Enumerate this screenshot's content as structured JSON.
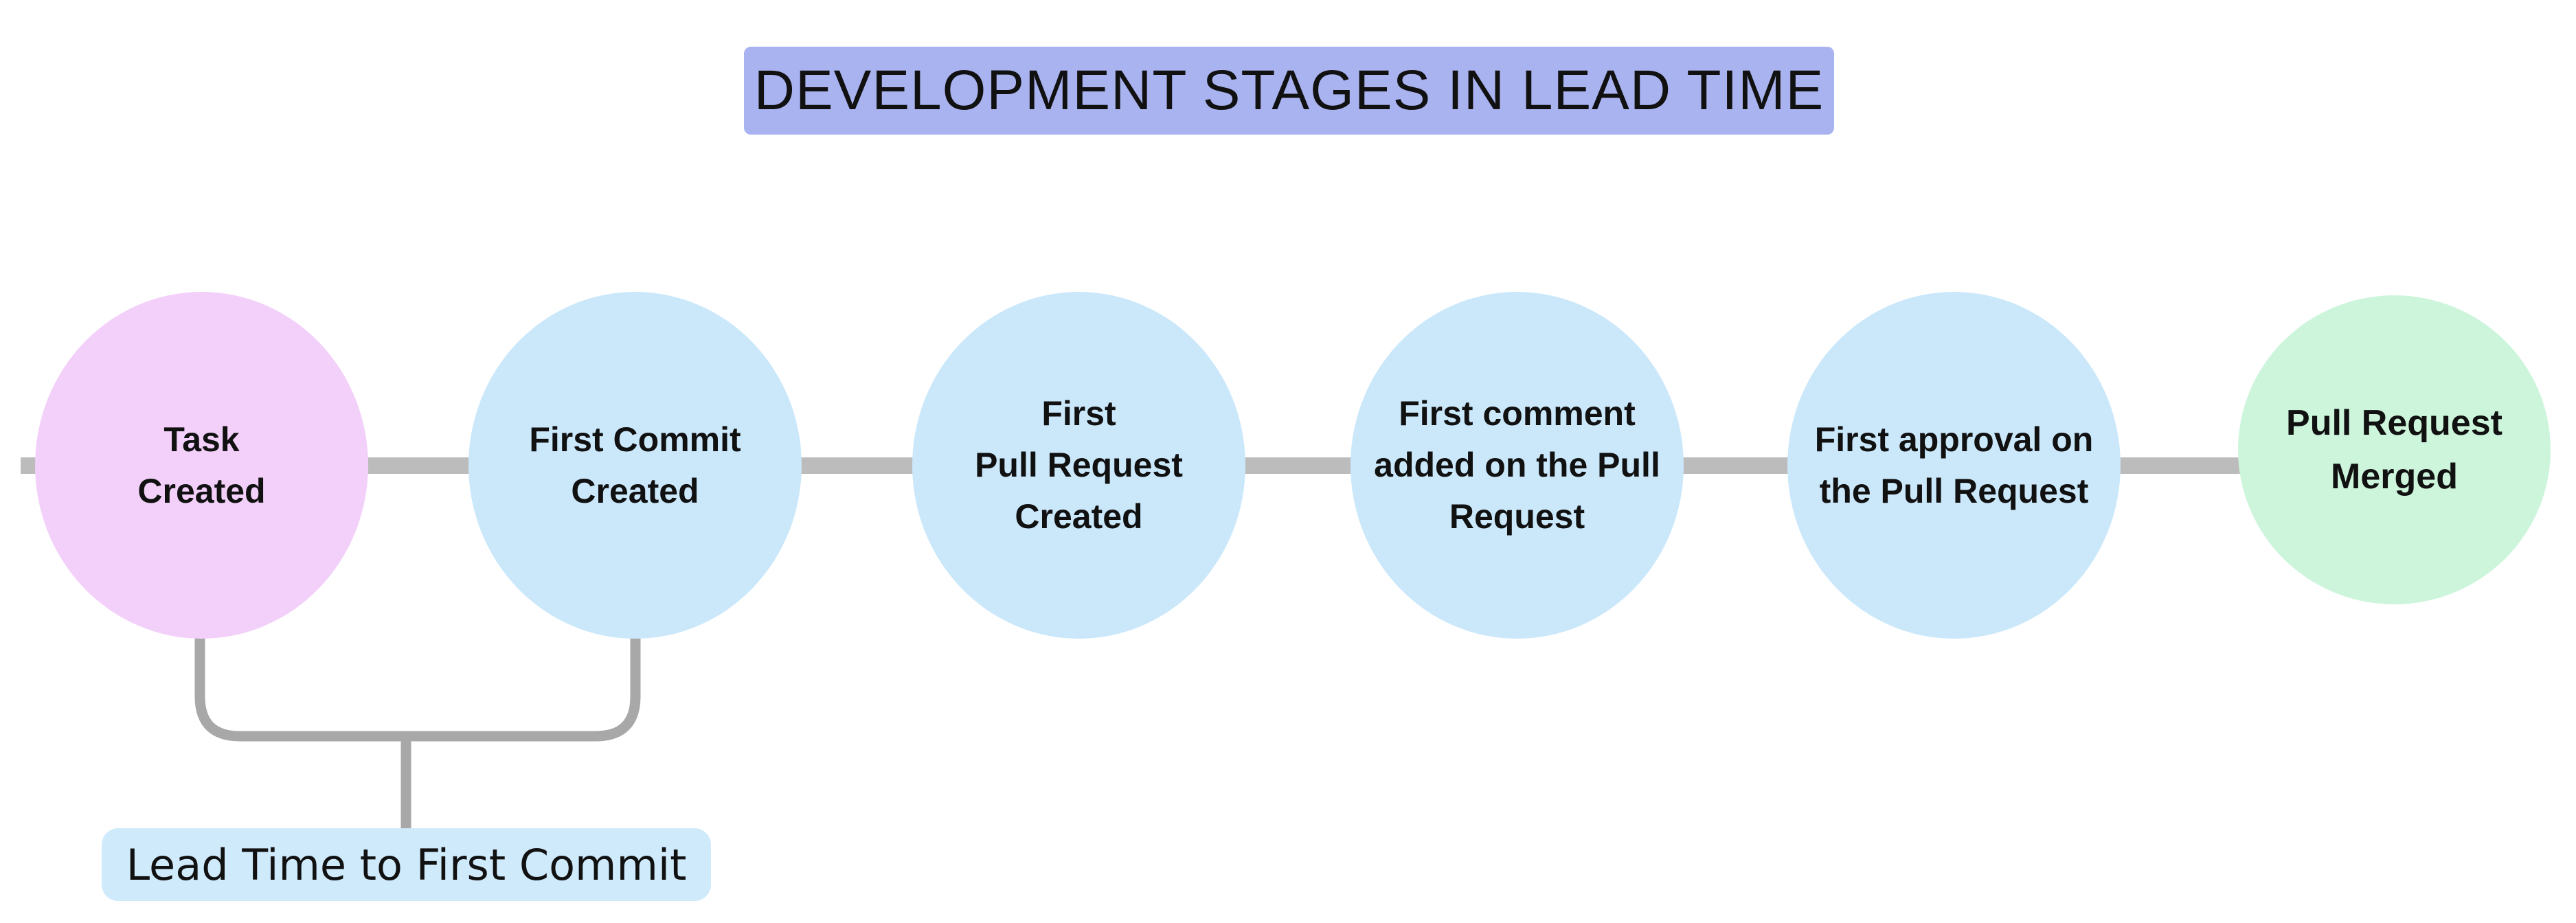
{
  "title": "DEVELOPMENT STAGES IN LEAD TIME",
  "stages": [
    {
      "lines": [
        "Task",
        "Created"
      ],
      "color": "#f3d0fa"
    },
    {
      "lines": [
        "First Commit",
        "Created"
      ],
      "color": "#cbe8fb"
    },
    {
      "lines": [
        "First",
        "Pull Request",
        "Created"
      ],
      "color": "#cbe8fb"
    },
    {
      "lines": [
        "First comment",
        "added on the Pull",
        "Request"
      ],
      "color": "#cbe8fb"
    },
    {
      "lines": [
        "First approval on",
        "the Pull Request"
      ],
      "color": "#cbe8fb"
    },
    {
      "lines": [
        "Pull Request",
        "Merged"
      ],
      "color": "#cdf5dc"
    }
  ],
  "annotation": {
    "label": "Lead Time to First Commit"
  },
  "colors": {
    "title_bg": "#a9b3f0",
    "connector": "#bcbcbc",
    "bracket": "#a8a8a8",
    "annotation_bg": "#cfeafb",
    "text": "#111111"
  }
}
